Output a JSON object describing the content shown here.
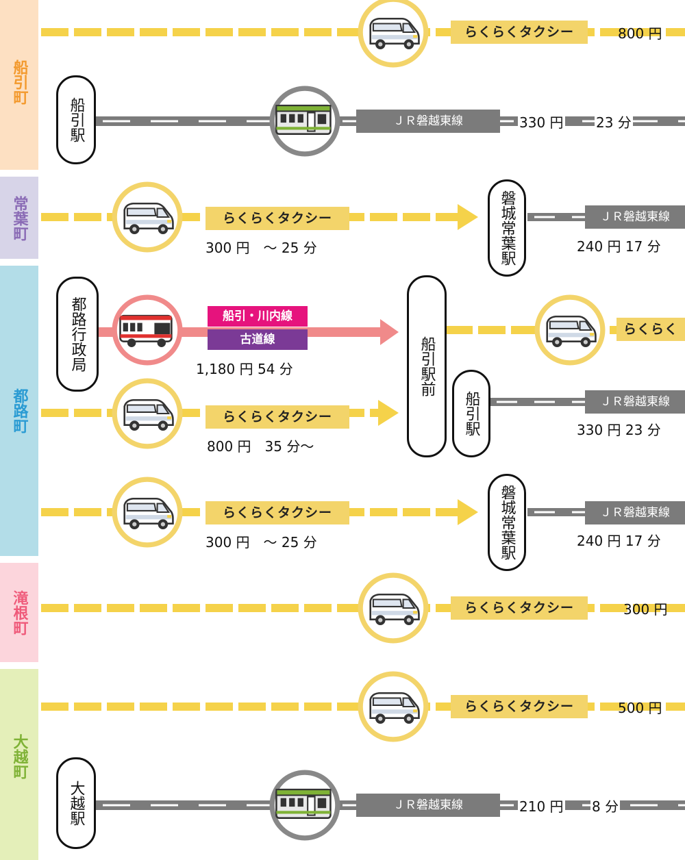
{
  "towns": {
    "funehiki": "船引町",
    "tokiwa": "常葉町",
    "miyakoji": "都路町",
    "takine": "滝根町",
    "ogoe": "大越町"
  },
  "stations": {
    "funehiki_eki": "船引駅",
    "iwakitokiwa_eki": "磐城常葉駅",
    "miyakoji_gyoseikyoku": "都路行政局",
    "funehiki_ekimae": "船引駅前",
    "ogoe_eki": "大越駅"
  },
  "lines": {
    "taxi": "らくらくタクシー",
    "taxi_partial": "らくらく",
    "jr": "ＪＲ磐越東線",
    "bus_route_1": "船引・川内線",
    "bus_route_2": "古道線"
  },
  "fares": {
    "funehiki_taxi": "800 円",
    "funehiki_jr": "330 円",
    "funehiki_jr_time": "23 分",
    "tokiwa_taxi": "300 円　～ 25 分",
    "tokiwa_jr": "240 円  17 分",
    "miyakoji_bus": "1,180 円 54 分",
    "miyakoji_taxi1": "800 円　35 分～",
    "miyakoji_jr1": "330 円  23 分",
    "miyakoji_taxi2": "300 円　～ 25 分",
    "miyakoji_jr2": "240 円  17 分",
    "takine_taxi": "300 円",
    "ogoe_taxi": "500 円",
    "ogoe_jr": "210 円",
    "ogoe_jr_time": "8 分"
  },
  "colors": {
    "taxi_line": "#f5d24a",
    "jr_line": "#7b7b7b",
    "bus_line": "#f08a8a",
    "bus_route_1_bg": "#e6137d",
    "bus_route_2_bg": "#7b3a96",
    "funehiki": "#f39a2e",
    "tokiwa": "#8a6bb5",
    "miyakoji": "#2a9bd3",
    "takine": "#ef5a7a",
    "ogoe": "#7fb236"
  },
  "icons": {
    "taxi": "van-icon",
    "train": "train-icon",
    "bus": "bus-icon",
    "arrow": "arrow-icon"
  }
}
